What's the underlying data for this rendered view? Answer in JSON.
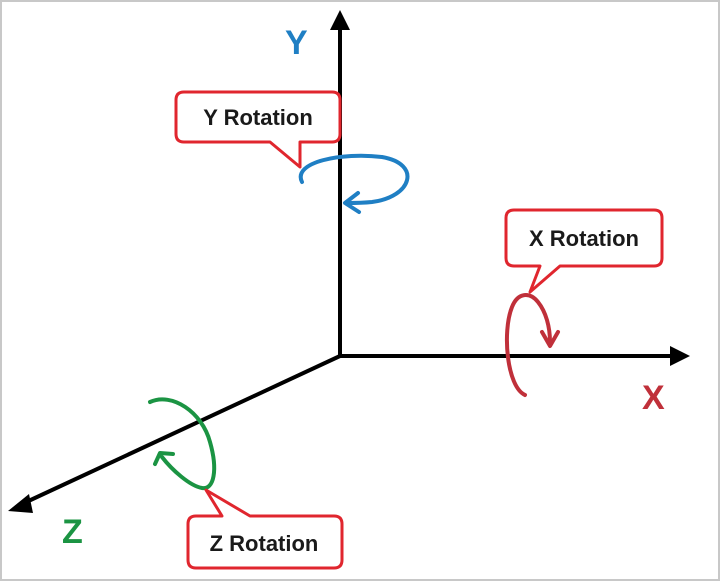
{
  "axes": {
    "x": {
      "label": "X",
      "color": "#c0303a"
    },
    "y": {
      "label": "Y",
      "color": "#1f7fc4"
    },
    "z": {
      "label": "Z",
      "color": "#1b9443"
    }
  },
  "callouts": {
    "x": {
      "text": "X Rotation"
    },
    "y": {
      "text": "Y Rotation"
    },
    "z": {
      "text": "Z Rotation"
    }
  },
  "colors": {
    "axis_line": "#000000",
    "callout_border": "#e0262e",
    "callout_fill": "#ffffff"
  },
  "icons": {
    "x_rotation": "rotation-arrow-icon",
    "y_rotation": "rotation-arrow-icon",
    "z_rotation": "rotation-arrow-icon"
  }
}
